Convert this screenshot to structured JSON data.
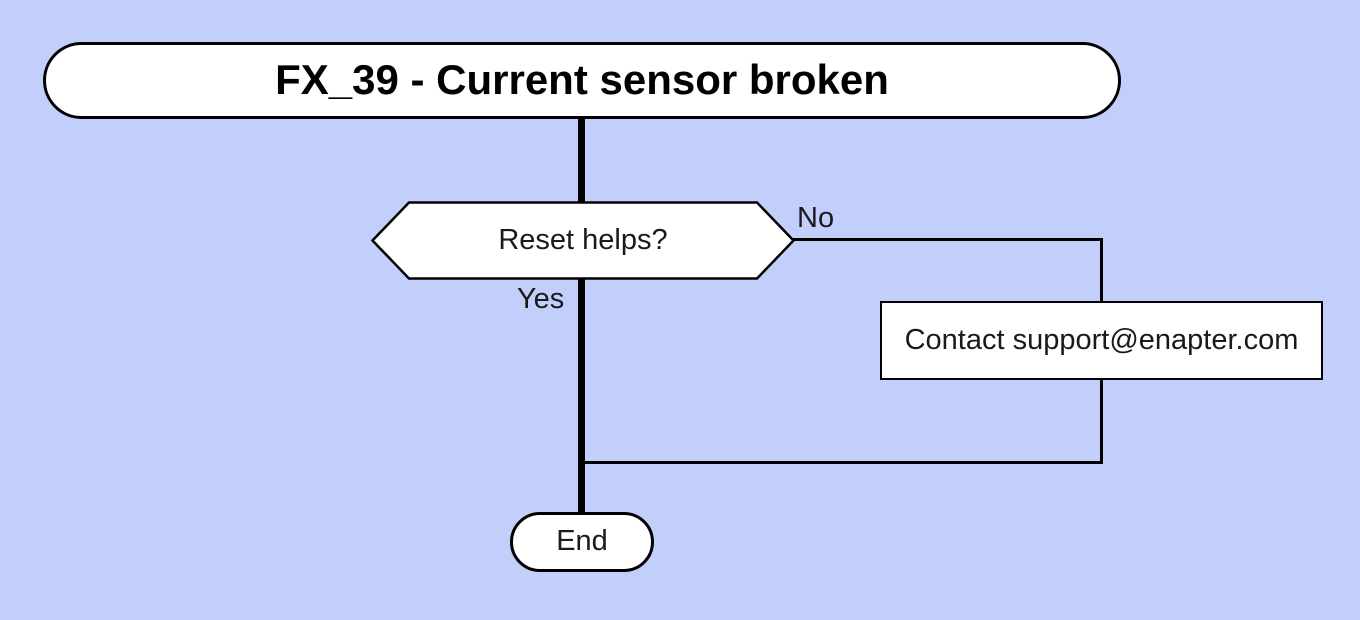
{
  "diagram": {
    "title": "FX_39 - Current sensor broken",
    "decision_label": "Reset helps?",
    "no_label": "No",
    "yes_label": "Yes",
    "action_label": "Contact support@enapter.com",
    "end_label": "End"
  },
  "colors": {
    "background": "#c2cffb",
    "node_fill": "#ffffff",
    "node_stroke": "#000000",
    "text": "#1a1a1a"
  }
}
